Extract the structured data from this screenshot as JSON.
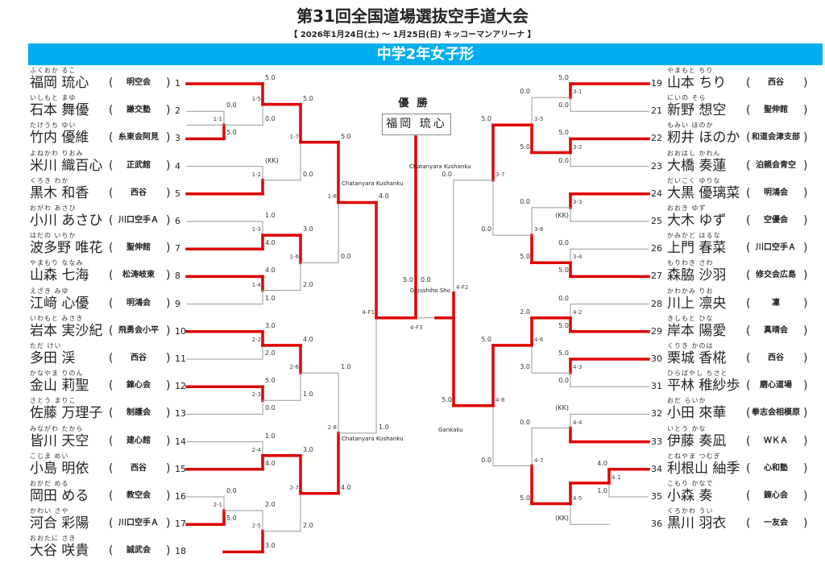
{
  "header": {
    "title": "第31回全国道場選抜空手道大会",
    "subtitle": "【 2026年1月24日(土) ～ 1月25日(日)  キッコーマンアリーナ 】",
    "category": "中学2年女子形"
  },
  "champion": {
    "label": "優勝",
    "name": "福岡 琉心"
  },
  "colors": {
    "band": "#00AEEF",
    "win_line": "#E00000",
    "lose_line": "#999999"
  },
  "entries_left": [
    {
      "no": "1",
      "name": "福岡 琉心",
      "furigana": "ふくおか るこ",
      "dojo": "明空会"
    },
    {
      "no": "2",
      "name": "石本 舞優",
      "furigana": "いしもと まゆ",
      "dojo": "謙交塾"
    },
    {
      "no": "3",
      "name": "竹内 優維",
      "furigana": "たけうち ゆい",
      "dojo": "糸東会阿見"
    },
    {
      "no": "4",
      "name": "米川 織百心",
      "furigana": "よねかわ りおみ",
      "dojo": "正武館"
    },
    {
      "no": "5",
      "name": "黒木 和香",
      "furigana": "くろき わか",
      "dojo": "西谷"
    },
    {
      "no": "6",
      "name": "小川 あさひ",
      "furigana": "おがわ あさひ",
      "dojo": "川口空手Ａ"
    },
    {
      "no": "7",
      "name": "波多野 唯花",
      "furigana": "はだの いちか",
      "dojo": "聖伸館"
    },
    {
      "no": "8",
      "name": "山森 七海",
      "furigana": "やまもり ななみ",
      "dojo": "松涛岐東"
    },
    {
      "no": "9",
      "name": "江﨑 心優",
      "furigana": "えざき みゆ",
      "dojo": "明鴻会"
    },
    {
      "no": "10",
      "name": "岩本 実沙紀",
      "furigana": "いわもと みさき",
      "dojo": "飛勇会小平"
    },
    {
      "no": "11",
      "name": "多田 渓",
      "furigana": "ただ けい",
      "dojo": "西谷"
    },
    {
      "no": "12",
      "name": "金山 莉聖",
      "furigana": "かなやま りのん",
      "dojo": "錬心会"
    },
    {
      "no": "13",
      "name": "佐藤 万理子",
      "furigana": "さとう まりこ",
      "dojo": "制護会"
    },
    {
      "no": "14",
      "name": "皆川 天空",
      "furigana": "みながわ たから",
      "dojo": "建心館"
    },
    {
      "no": "15",
      "name": "小島 明依",
      "furigana": "こじま めい",
      "dojo": "西谷"
    },
    {
      "no": "16",
      "name": "岡田 める",
      "furigana": "おかだ める",
      "dojo": "教空会"
    },
    {
      "no": "17",
      "name": "河合 彩陽",
      "furigana": "かわい さや",
      "dojo": "川口空手Ａ"
    },
    {
      "no": "18",
      "name": "大谷 咲貴",
      "furigana": "おおたに さき",
      "dojo": "誠武会"
    }
  ],
  "entries_right": [
    {
      "no": "19",
      "name": "山本 ちり",
      "furigana": "やまもと ちり",
      "dojo": "西谷"
    },
    {
      "no": "21",
      "name": "新野 想空",
      "furigana": "にいの そら",
      "dojo": "聖伸館"
    },
    {
      "no": "22",
      "name": "籾井 ほのか",
      "furigana": "もみい ほのか",
      "dojo": "和道会津支部"
    },
    {
      "no": "23",
      "name": "大橋 奏蓮",
      "furigana": "おおはし かれん",
      "dojo": "泊親会青空"
    },
    {
      "no": "24",
      "name": "大黒 優璃菜",
      "furigana": "だいこく ゆりな",
      "dojo": "明鴻会"
    },
    {
      "no": "25",
      "name": "大木 ゆず",
      "furigana": "おおき ゆず",
      "dojo": "空優会"
    },
    {
      "no": "26",
      "name": "上門 春菜",
      "furigana": "かみかど はるな",
      "dojo": "川口空手Ａ"
    },
    {
      "no": "27",
      "name": "森脇 沙羽",
      "furigana": "もりわき さわ",
      "dojo": "修交会広島"
    },
    {
      "no": "28",
      "name": "川上 凛央",
      "furigana": "かわかみ りお",
      "dojo": "凜"
    },
    {
      "no": "29",
      "name": "岸本 陽愛",
      "furigana": "きしもと ひな",
      "dojo": "真晴会"
    },
    {
      "no": "30",
      "name": "栗城 香椛",
      "furigana": "くりき かのは",
      "dojo": "西谷"
    },
    {
      "no": "31",
      "name": "平林 稚紗歩",
      "furigana": "ひらばやし ちさと",
      "dojo": "磨心道場"
    },
    {
      "no": "32",
      "name": "小田 來華",
      "furigana": "おだ らいか",
      "dojo": "拳志会相模原"
    },
    {
      "no": "33",
      "name": "伊藤 奏凪",
      "furigana": "いとう かな",
      "dojo": "ＷＫＡ"
    },
    {
      "no": "34",
      "name": "利根山 紬季",
      "furigana": "とねやま つむぎ",
      "dojo": "心和塾"
    },
    {
      "no": "35",
      "name": "小森 奏",
      "furigana": "こもり かなで",
      "dojo": "錬心会"
    },
    {
      "no": "36",
      "name": "黒川 羽衣",
      "furigana": "くろかわ うい",
      "dojo": "一友会"
    }
  ],
  "matches": {
    "1-1": {
      "winner": "bottom",
      "scores": [
        "0.0",
        "5.0"
      ]
    },
    "1-5": {
      "winner": "top",
      "scores": [
        "5.0",
        "0.0"
      ]
    },
    "1-2": {
      "winner": "bottom",
      "scores": [
        "(KK)",
        ""
      ]
    },
    "1-7": {
      "winner": "top",
      "scores": [
        "5.0",
        "0.0"
      ]
    },
    "1-3": {
      "winner": "bottom",
      "scores": [
        "1.0",
        "4.0"
      ]
    },
    "1-4": {
      "winner": "top",
      "scores": [
        "4.0",
        "1.0"
      ]
    },
    "1-6": {
      "winner": "top",
      "scores": [
        "3.0",
        "2.0"
      ]
    },
    "1-8": {
      "winner": "top",
      "scores": [
        "5.0",
        "0.0"
      ]
    },
    "2-2": {
      "winner": "top",
      "scores": [
        "3.0",
        "2.0"
      ]
    },
    "2-3": {
      "winner": "top",
      "scores": [
        "5.0",
        "0.0"
      ]
    },
    "2-6": {
      "winner": "top",
      "scores": [
        "4.0",
        "1.0"
      ]
    },
    "2-4": {
      "winner": "bottom",
      "scores": [
        "1.0",
        "4.0"
      ]
    },
    "2-1": {
      "winner": "bottom",
      "scores": [
        "0.0",
        "5.0"
      ]
    },
    "2-5": {
      "winner": "bottom",
      "scores": [
        "2.0",
        "3.0"
      ]
    },
    "2-7": {
      "winner": "top",
      "scores": [
        "3.0",
        "2.0"
      ]
    },
    "2-8": {
      "winner": "bottom",
      "scores": [
        "1.0",
        "4.0"
      ]
    },
    "4-F1": {
      "winner": "top",
      "scores": [
        "4.0",
        "1.0"
      ]
    },
    "3-1": {
      "winner": "top",
      "scores": [
        "5.0",
        "0.0"
      ]
    },
    "3-2": {
      "winner": "top",
      "scores": [
        "5.0",
        "0.0"
      ]
    },
    "3-5": {
      "winner": "bottom",
      "scores": [
        "0.0",
        "5.0"
      ]
    },
    "3-3": {
      "winner": "top",
      "scores": [
        "",
        "(KK)"
      ]
    },
    "3-4": {
      "winner": "bottom",
      "scores": [
        "0.0",
        "5.0"
      ]
    },
    "3-6": {
      "winner": "bottom",
      "scores": [
        "0.0",
        "5.0"
      ]
    },
    "3-7": {
      "winner": "top",
      "scores": [
        "5.0",
        "0.0"
      ]
    },
    "4-2": {
      "winner": "bottom",
      "scores": [
        "0.0",
        "5.0"
      ]
    },
    "4-3": {
      "winner": "top",
      "scores": [
        "5.0",
        "0.0"
      ]
    },
    "4-6": {
      "winner": "top",
      "scores": [
        "2.0",
        "3.0"
      ]
    },
    "4-4": {
      "winner": "bottom",
      "scores": [
        "(KK)",
        ""
      ]
    },
    "4-1": {
      "winner": "top",
      "scores": [
        "4.0",
        "1.0"
      ]
    },
    "4-5": {
      "winner": "top",
      "scores": [
        "",
        "(KK)"
      ]
    },
    "4-7": {
      "winner": "bottom",
      "scores": [
        "0.0",
        "5.0"
      ]
    },
    "4-8": {
      "winner": "top",
      "scores": [
        "5.0",
        "0.0"
      ]
    },
    "4-F2": {
      "winner": "bottom",
      "scores": [
        "0.0",
        "5.0"
      ]
    },
    "4-F3": {
      "winner": "left",
      "scores": [
        "5.0",
        "0.0"
      ]
    }
  },
  "kata": {
    "1-8": "Chatanyara Kushanku",
    "2-8": "Chatanyara Kushanku",
    "3-7": "Chatanyara Kushanku",
    "4-8": "Gankaku",
    "final": "Gojushiho Sho"
  }
}
